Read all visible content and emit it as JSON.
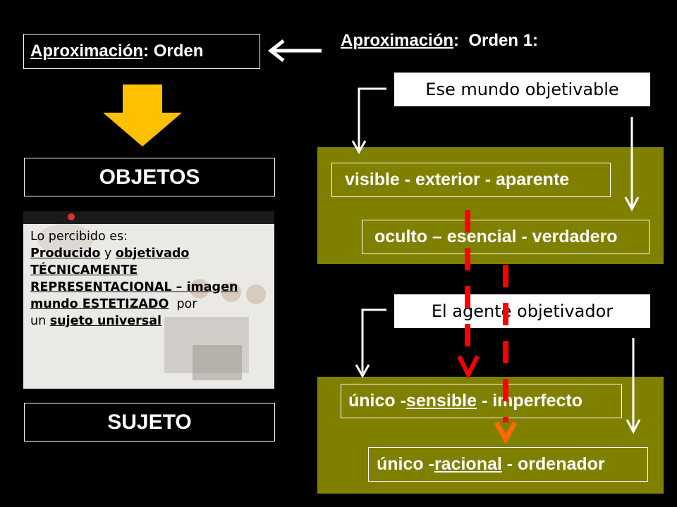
{
  "left": {
    "title_link": "Aproximación",
    "title_rest": ": Orden",
    "objetos": "OBJETOS",
    "sujeto": "SUJETO",
    "photo_text": {
      "line1": "Lo percibido es:",
      "l2_a": "Producido",
      "l2_b": " y ",
      "l2_c": "objetivado",
      "line3": "TÉCNICAMENTE",
      "l4_a": "REPRESENTACIONAL – imagen",
      "l5_a": "mundo ESTETIZADO",
      "l5_b": "  por",
      "l6_a": "un ",
      "l6_b": "sujeto universal"
    }
  },
  "right": {
    "title_link": "Aproximación",
    "title_rest": ":  Orden 1:",
    "box1": "Ese mundo objetivable",
    "box2": "El agente objetivador",
    "panel1": {
      "item1": "visible - exterior - aparente",
      "item2": "oculto – esencial - verdadero"
    },
    "panel2": {
      "item1_a": "único - ",
      "item1_b": "sensible",
      "item1_c": " - imperfecto",
      "item2_a": "único - ",
      "item2_b": "racional",
      "item2_c": " - ordenador"
    }
  },
  "colors": {
    "olive": "#808000",
    "yellow_arrow": "#ffc000",
    "red_dash": "#ff0000",
    "orange_arrow": "#ff6a00"
  }
}
